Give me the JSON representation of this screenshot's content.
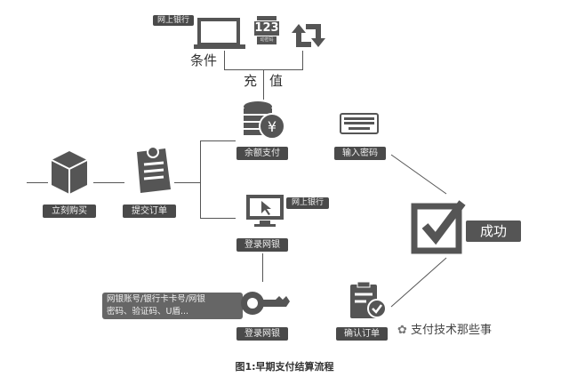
{
  "top": {
    "bank_tag": "网上银行",
    "code_caption": "动密码",
    "code_digits": "123",
    "condition": "条件",
    "recharge_1": "充",
    "recharge_2": "值"
  },
  "nodes": {
    "balance_pay": "余额支付",
    "enter_password": "输入密码",
    "buy_now": "立刻购买",
    "submit_order": "提交订单",
    "login_bank_1": "登录网银",
    "bank_tag_2": "网上银行",
    "login_bank_2": "登录网银",
    "confirm_order": "确认订单",
    "success": "成功"
  },
  "credentials": {
    "line1": "网银账号/银行卡卡号/网银",
    "line2": "密码、验证码、U盾..."
  },
  "watermark": "支付技术那些事",
  "caption": "图1:早期支付结算流程",
  "colors": {
    "icon": "#555555",
    "label_bg": "#4a4a4a"
  }
}
